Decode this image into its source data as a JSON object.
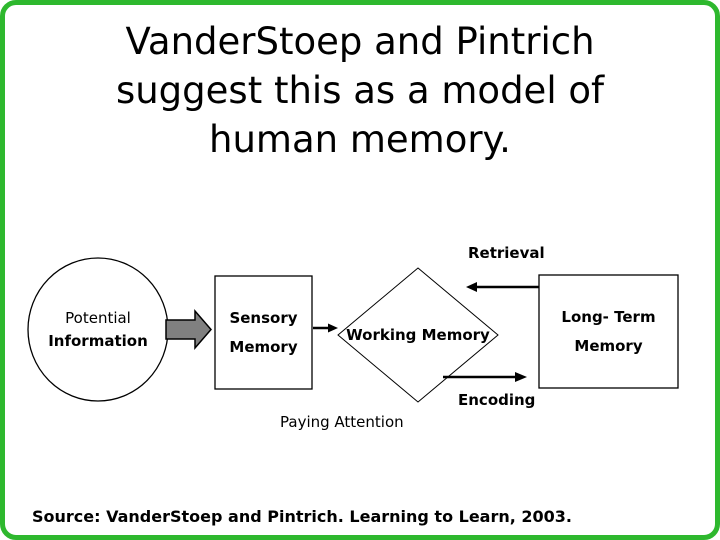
{
  "slide": {
    "title": "VanderStoep and Pintrich\nsuggest this as a model of\nhuman memory.",
    "source": "Source: VanderStoep and Pintrich. Learning to Learn, 2003."
  },
  "diagram": {
    "potential_circle": {
      "line1": "Potential",
      "line2": "Information"
    },
    "sensory_box": {
      "line1": "Sensory",
      "line2": "Memory"
    },
    "working_diamond": {
      "label": "Working Memory"
    },
    "longterm_box": {
      "line1": "Long- Term",
      "line2": "Memory"
    },
    "labels": {
      "retrieval": "Retrieval",
      "encoding": "Encoding",
      "paying_attention": "Paying Attention"
    }
  },
  "colors": {
    "border_green": "#2eb82e",
    "block_arrow_gray": "#808080",
    "shape_stroke": "#000000",
    "background": "#ffffff",
    "text": "#000000"
  }
}
